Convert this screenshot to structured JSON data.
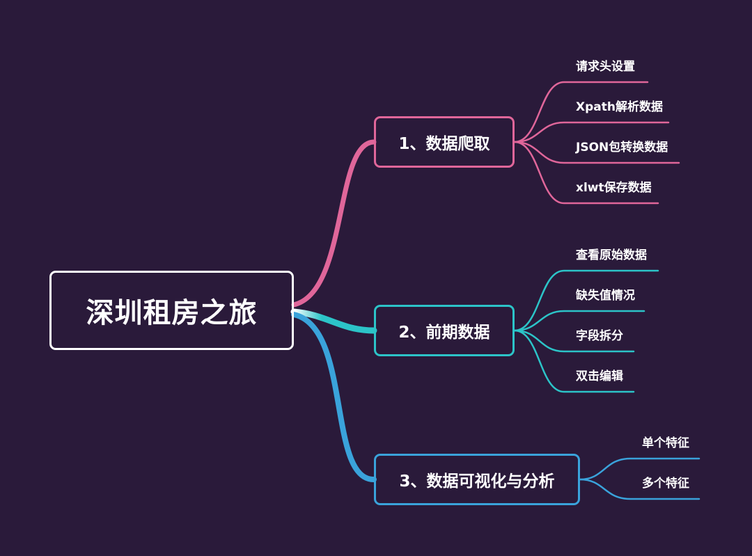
{
  "root": {
    "label": "深圳租房之旅"
  },
  "colors": {
    "background": "#2a1a3a",
    "branch_1": "#e0669a",
    "branch_2": "#2cc4c8",
    "branch_3": "#3aa3db",
    "root_border": "#ffffff"
  },
  "branches": [
    {
      "label": "1、数据爬取",
      "children": [
        "请求头设置",
        "Xpath解析数据",
        "JSON包转换数据",
        "xlwt保存数据"
      ]
    },
    {
      "label": "2、前期数据",
      "children": [
        "查看原始数据",
        "缺失值情况",
        "字段拆分",
        "双击编辑"
      ]
    },
    {
      "label": "3、数据可视化与分析",
      "children": [
        "单个特征",
        "多个特征"
      ]
    }
  ]
}
